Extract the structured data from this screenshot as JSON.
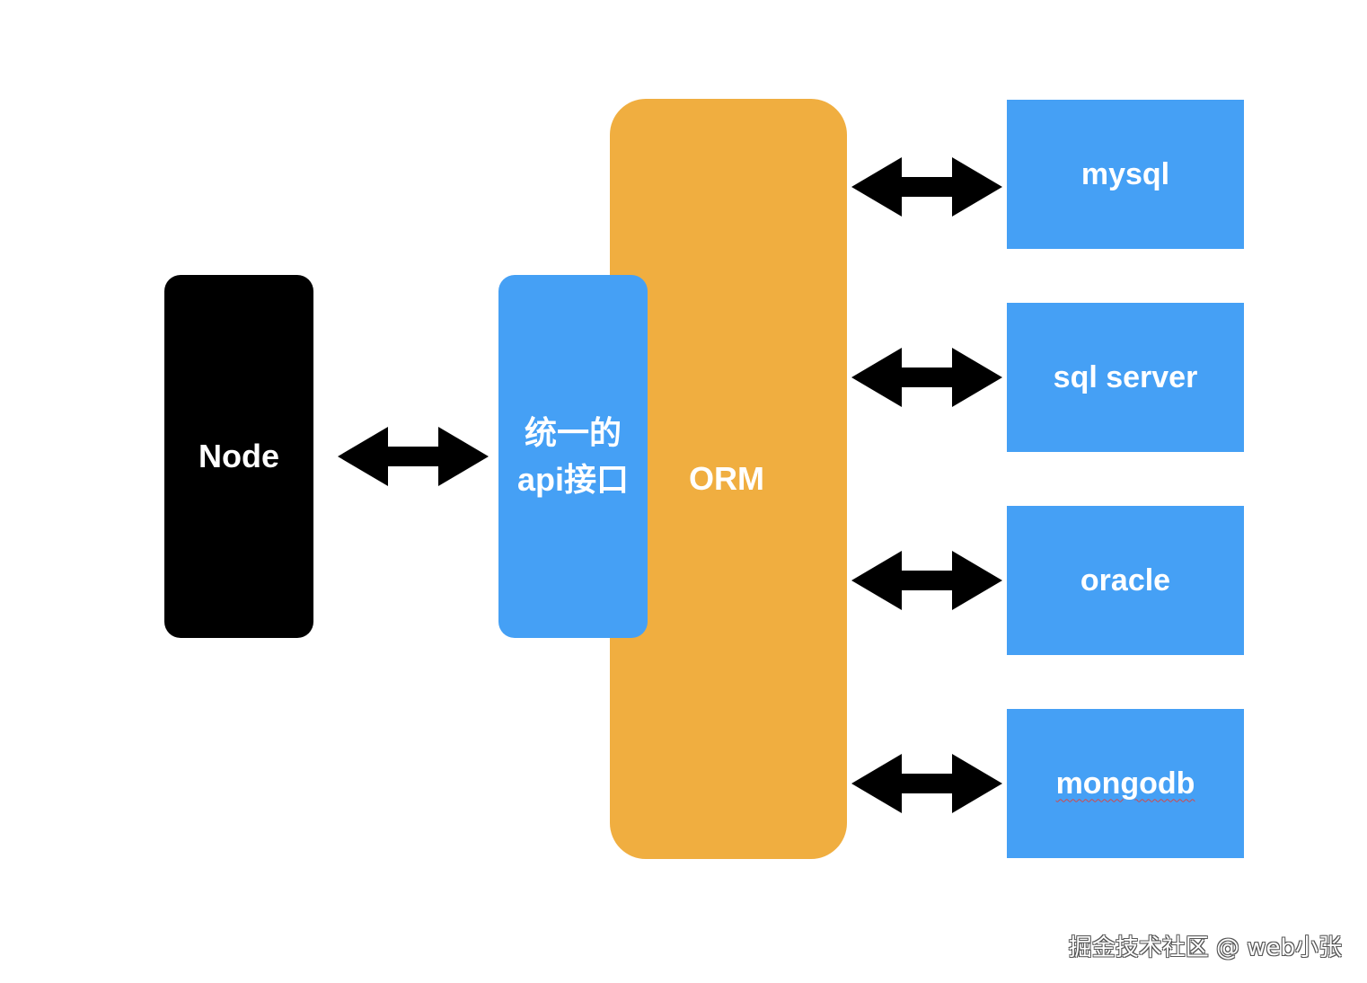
{
  "node": {
    "label": "Node"
  },
  "api": {
    "line1": "统一的",
    "line2": "api接口"
  },
  "orm": {
    "label": "ORM"
  },
  "databases": [
    {
      "label": "mysql"
    },
    {
      "label": "sql server"
    },
    {
      "label": "oracle"
    },
    {
      "label": "mongodb"
    }
  ],
  "watermark": "掘金技术社区 @ web小张",
  "colors": {
    "node": "#000000",
    "orm": "#f0ae40",
    "blue": "#45a0f5",
    "arrow": "#000000"
  }
}
